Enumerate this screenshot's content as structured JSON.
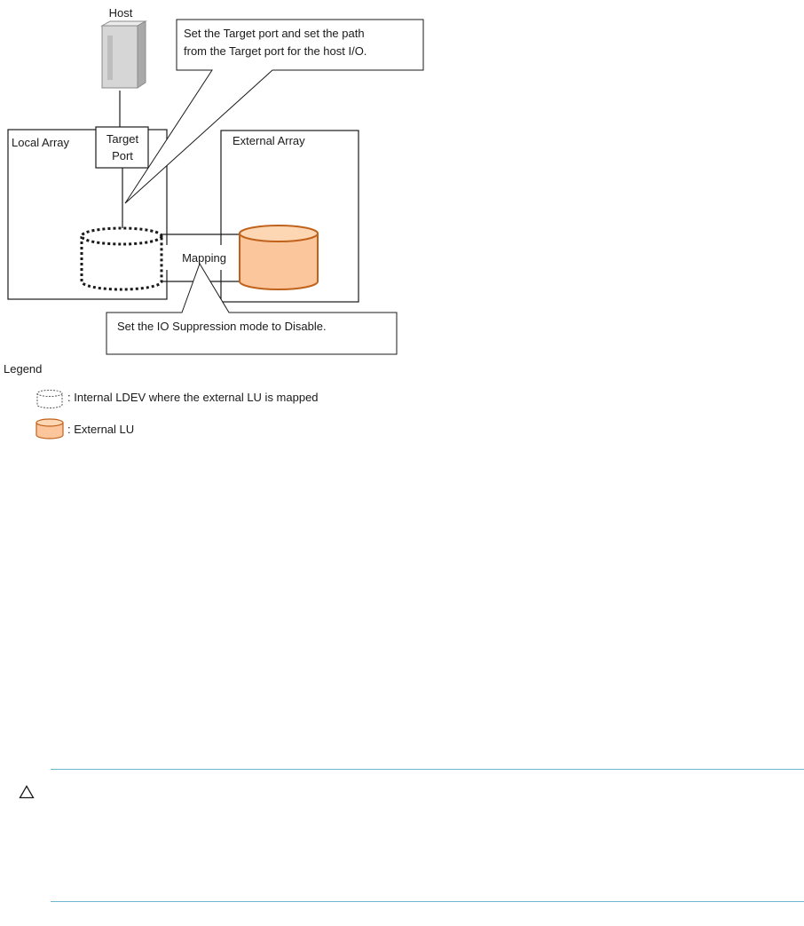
{
  "diagram": {
    "host_label": "Host",
    "target_port_line1": "Target",
    "target_port_line2": "Port",
    "local_array_label": "Local Array",
    "external_array_label": "External Array",
    "mapping_label": "Mapping",
    "callout_top_line1": "Set the Target port and set the path",
    "callout_top_line2": "from the Target port for the host I/O.",
    "callout_bottom": "Set the IO Suppression mode to Disable.",
    "colors": {
      "external_lu_fill": "#fbc69c",
      "external_lu_stroke": "#c0621b",
      "host": "#dcdcdc"
    }
  },
  "legend": {
    "title": "Legend",
    "internal_ldev": ": Internal LDEV where the external LU is mapped",
    "external_lu": ": External LU"
  },
  "caution": {
    "icon": "caution-triangle-icon"
  }
}
